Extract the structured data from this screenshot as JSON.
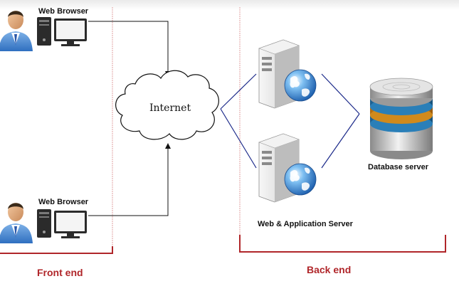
{
  "diagram": {
    "nodes": {
      "browser_top_label": "Web Browser",
      "browser_bottom_label": "Web Browser",
      "internet_label": "Internet",
      "app_server_label": "Web & Application Server",
      "database_label": "Database server"
    },
    "sections": {
      "front_end": "Front end",
      "back_end": "Back end"
    },
    "icons": {
      "user": "user-icon",
      "computer": "desktop-computer-icon",
      "cloud": "cloud-icon",
      "server": "server-globe-icon",
      "database": "database-cylinder-icon"
    },
    "colors": {
      "section_accent": "#b0262a",
      "connector_dark": "#111111",
      "connector_blue": "#1c2a8a",
      "divider": "#e2a0a0"
    }
  }
}
